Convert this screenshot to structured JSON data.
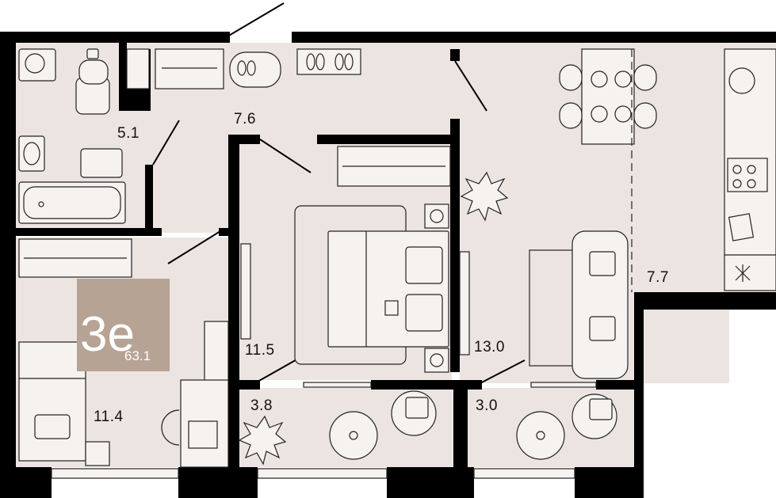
{
  "plan": {
    "badge": {
      "type": "3е",
      "area": "63.1",
      "color": "#b6a394"
    },
    "rooms": {
      "bathroom": "5.1",
      "hall": "7.6",
      "bedroom_main": "11.5",
      "living_kitchen": "13.0",
      "kitchen_zone": "7.7",
      "bedroom_left": "11.4",
      "balcony_left": "3.8",
      "balcony_right": "3.0"
    },
    "colors": {
      "floor": "#ebe4e1",
      "walls": "#000000"
    },
    "icons": [
      "washing-machine-icon",
      "toilet-icon",
      "sink-icon",
      "bathtub-icon",
      "wardrobe-icon",
      "shoe-rack-icon",
      "slippers-icon",
      "bed-icon",
      "nightstand-icon",
      "plant-icon",
      "dining-table-icon",
      "stove-icon",
      "sofa-icon",
      "armchair-icon",
      "round-table-icon",
      "desk-icon",
      "office-chair-icon",
      "fridge-icon"
    ]
  }
}
